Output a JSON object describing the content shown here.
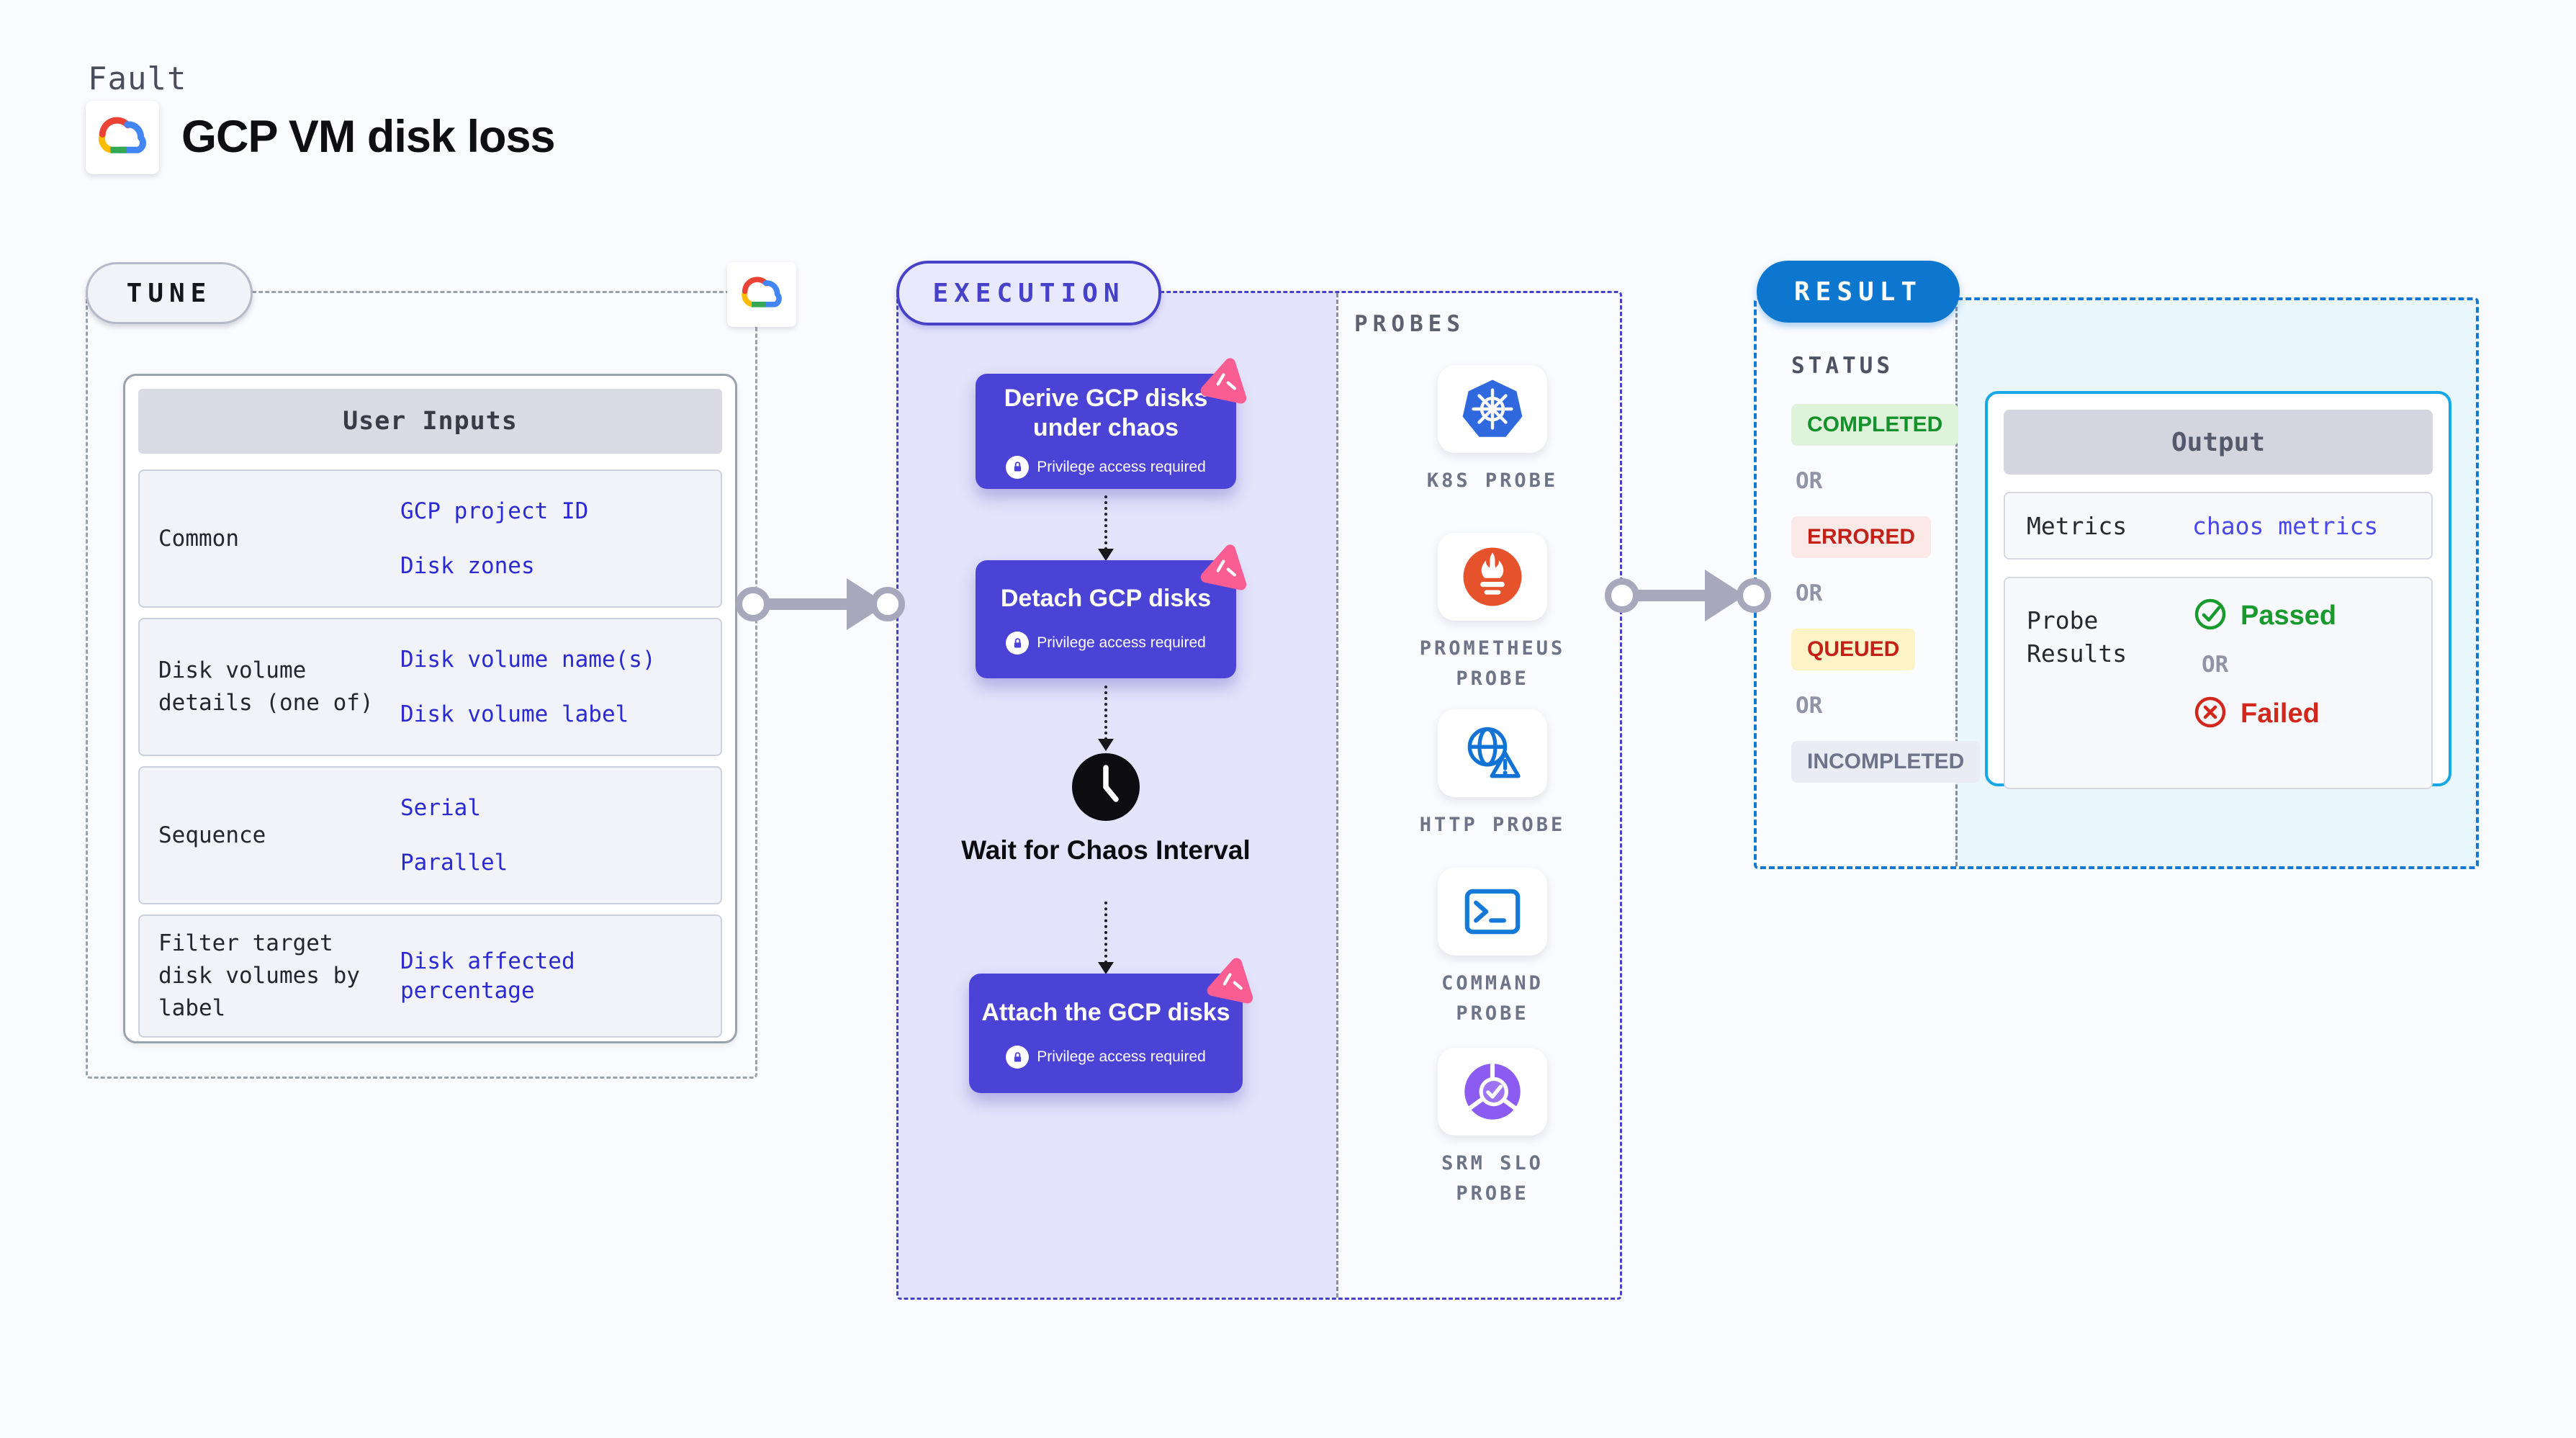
{
  "header": {
    "eyebrow": "Fault",
    "title": "GCP VM disk loss",
    "logo_icon": "gcp-cloud-icon"
  },
  "tune": {
    "badge": "TUNE",
    "table": {
      "header": "User Inputs",
      "rows": [
        {
          "label": "Common",
          "values": [
            "GCP project ID",
            "Disk zones"
          ]
        },
        {
          "label": "Disk volume details (one of)",
          "values": [
            "Disk volume name(s)",
            "Disk volume label"
          ]
        },
        {
          "label": "Sequence",
          "values": [
            "Serial",
            "Parallel"
          ]
        },
        {
          "label": "Filter target disk volumes by label",
          "values": [
            "Disk affected percentage"
          ]
        }
      ]
    }
  },
  "execution": {
    "badge": "EXECUTION",
    "steps": [
      {
        "title": "Derive GCP disks under chaos",
        "badge": "Privilege access required"
      },
      {
        "title": "Detach GCP disks",
        "badge": "Privilege access required"
      },
      {
        "title": "Attach the GCP disks",
        "badge": "Privilege access required"
      }
    ],
    "wait_label": "Wait for Chaos Interval"
  },
  "probes": {
    "label": "PROBES",
    "items": [
      {
        "label": "K8S PROBE",
        "icon": "kubernetes-icon"
      },
      {
        "label": "PROMETHEUS PROBE",
        "icon": "prometheus-icon"
      },
      {
        "label": "HTTP PROBE",
        "icon": "http-globe-icon"
      },
      {
        "label": "COMMAND PROBE",
        "icon": "terminal-icon"
      },
      {
        "label": "SRM SLO PROBE",
        "icon": "slo-donut-icon"
      }
    ]
  },
  "result": {
    "badge": "RESULT",
    "status": {
      "label": "STATUS",
      "or": "OR",
      "options": [
        {
          "text": "COMPLETED",
          "fg": "#15912b",
          "bg": "#def3da"
        },
        {
          "text": "ERRORED",
          "fg": "#c32117",
          "bg": "#fbe9e7"
        },
        {
          "text": "QUEUED",
          "fg": "#c32117",
          "bg": "#fcf3c6"
        },
        {
          "text": "INCOMPLETED",
          "fg": "#6d7389",
          "bg": "#eaecf3"
        }
      ]
    },
    "output": {
      "header": "Output",
      "metrics_label": "Metrics",
      "metrics_value": "chaos metrics",
      "probe_results_label": "Probe Results",
      "passed_label": "Passed",
      "or": "OR",
      "failed_label": "Failed"
    }
  },
  "colors": {
    "page_background": "#fafbfe",
    "accent_indigo": "#4741c9",
    "step_box_purple": "#4b42d6",
    "execution_fill": "#e3e3fb",
    "chaos_pink": "#fa5d92",
    "result_blue": "#0d76cf",
    "result_fill_cyan": "#e9f6fc",
    "output_border_cyan": "#16a8e6",
    "value_blue": "#2a2ad4",
    "passed_green": "#189a2d",
    "failed_red": "#d2271b",
    "arrow_gray": "#a8a8bc",
    "kubernetes_blue": "#3069de",
    "prometheus_orange": "#e6522c",
    "srm_purple": "#8b5bf2"
  }
}
